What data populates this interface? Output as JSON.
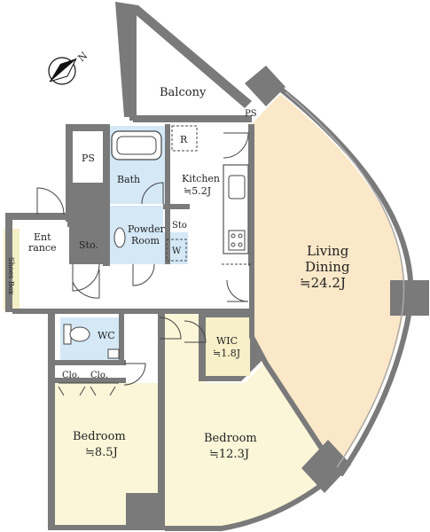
{
  "rooms": {
    "balcony": {
      "name": "Balcony"
    },
    "ps_top": {
      "name": "PS"
    },
    "ps_left": {
      "name": "PS"
    },
    "bath": {
      "name": "Bath"
    },
    "kitchen": {
      "name": "Kitchen",
      "area": "≒5.2J"
    },
    "refrigerator": {
      "name": "R"
    },
    "powder": {
      "line1": "Powder",
      "line2": "Room"
    },
    "sto_small": {
      "name": "Sto"
    },
    "washer": {
      "name": "W"
    },
    "entrance": {
      "line1": "Ent",
      "line2": "rance"
    },
    "sto": {
      "name": "Sto."
    },
    "shoes": {
      "name": "Shoes Box"
    },
    "living": {
      "line1": "Living",
      "line2": "Dining",
      "area": "≒24.2J"
    },
    "wc": {
      "name": "WC"
    },
    "wic": {
      "name": "WIC",
      "area": "≒1.8J"
    },
    "clo1": {
      "name": "Clo."
    },
    "clo2": {
      "name": "Clo."
    },
    "bedroom1": {
      "name": "Bedroom",
      "area": "≒8.5J"
    },
    "bedroom2": {
      "name": "Bedroom",
      "area": "≒12.3J"
    }
  },
  "compass": {
    "label": "N"
  },
  "colors": {
    "wall": "#7a7a7a",
    "living": "#fbe8c8",
    "bedroom": "#fbf6d8",
    "bath": "#d4e8f6",
    "shoes": "#f3efc4",
    "floor": "#ffffff"
  }
}
